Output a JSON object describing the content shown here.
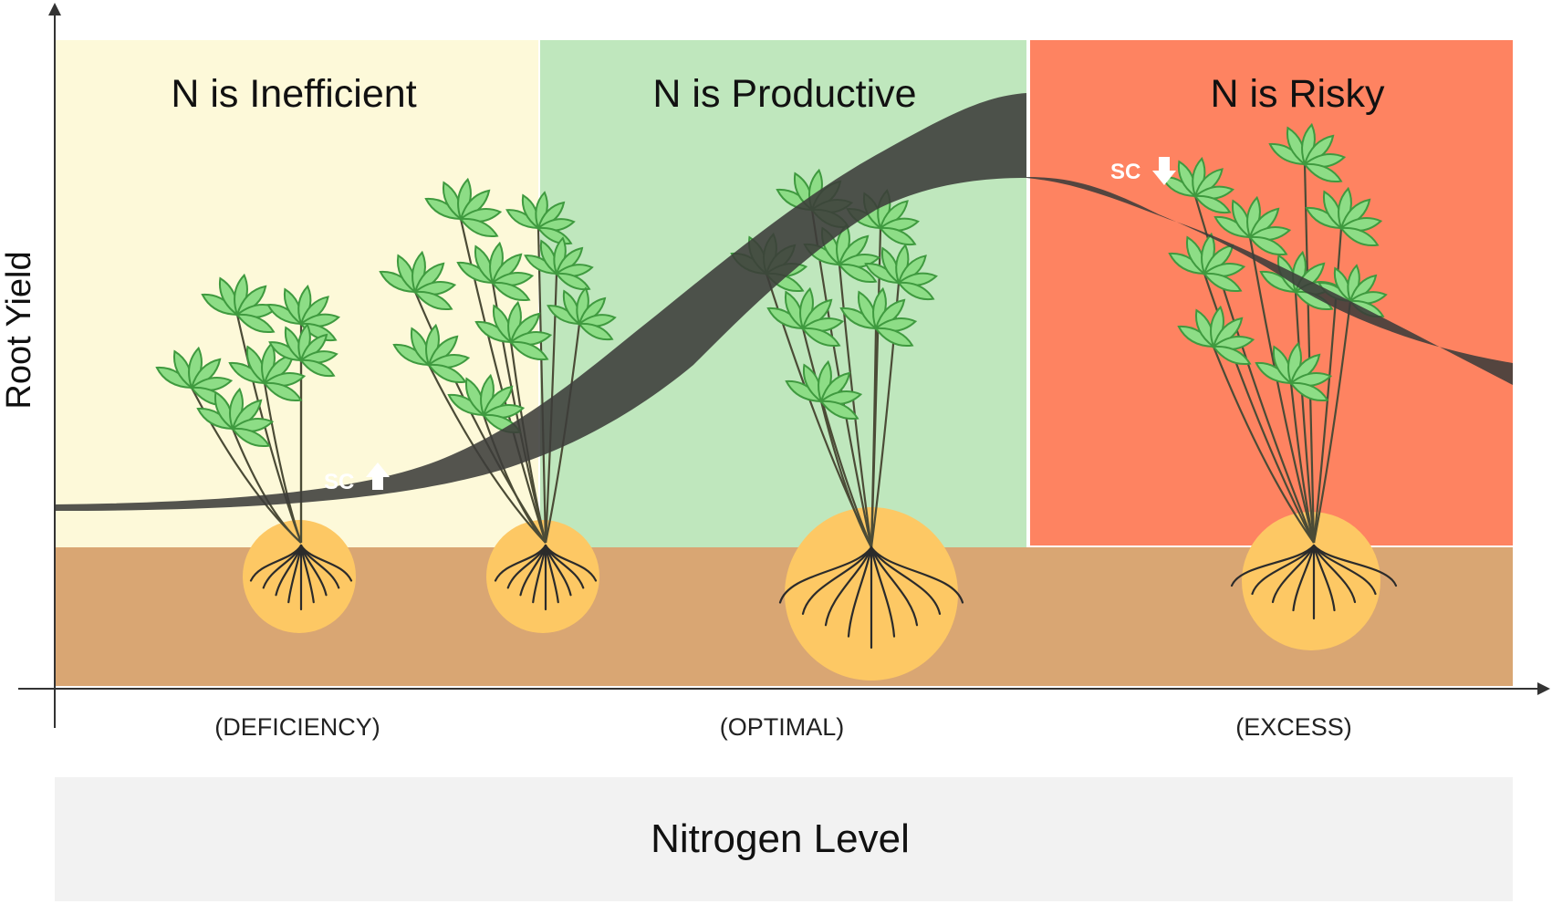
{
  "zones": [
    {
      "title": "N is Inefficient",
      "level": "(DEFICIENCY)",
      "color": "#fdf9d9"
    },
    {
      "title": "N is Productive",
      "level": "(OPTIMAL)",
      "color": "#bfe7bd"
    },
    {
      "title": "N is Risky",
      "level": "(EXCESS)",
      "color": "#fe8361"
    }
  ],
  "axes": {
    "x_label": "Nitrogen Level",
    "y_label": "Root Yield"
  },
  "curve": {
    "color": "#3c3c3a"
  },
  "soil": {
    "color": "#d9a673"
  },
  "root_glow": {
    "color": "#fdc864"
  },
  "leaf": {
    "color": "#8ddd86"
  },
  "markers": [
    {
      "label": "SC",
      "direction": "up",
      "icon": "up-arrow-icon"
    },
    {
      "label": "SC",
      "direction": "down",
      "icon": "down-arrow-icon"
    }
  ]
}
